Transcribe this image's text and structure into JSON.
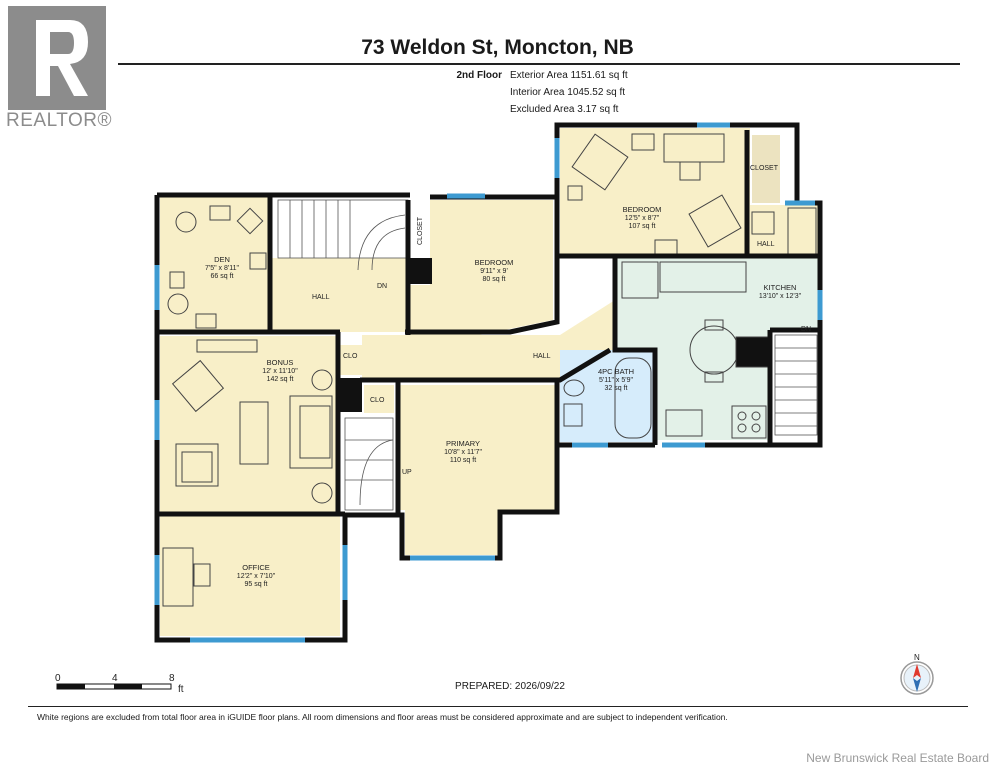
{
  "header": {
    "logo_text": "REALTOR®",
    "title": "73 Weldon St, Moncton, NB",
    "floor_label": "2nd Floor",
    "exterior_area": "Exterior Area 1151.61 sq ft",
    "interior_area": "Interior Area 1045.52 sq ft",
    "excluded_area": "Excluded Area 3.17 sq ft"
  },
  "rooms": {
    "den": {
      "name": "DEN",
      "dim": "7'5\" x 8'11\"",
      "area": "66 sq ft"
    },
    "bedroom1": {
      "name": "BEDROOM",
      "dim": "9'11\" x 9'",
      "area": "80 sq ft"
    },
    "bedroom2": {
      "name": "BEDROOM",
      "dim": "12'5\" x 8'7\"",
      "area": "107 sq ft"
    },
    "kitchen": {
      "name": "KITCHEN",
      "dim": "13'10\" x 12'3\""
    },
    "bonus": {
      "name": "BONUS",
      "dim": "12' x 11'10\"",
      "area": "142 sq ft"
    },
    "bath": {
      "name": "4PC BATH",
      "dim": "5'11\" x 5'9\"",
      "area": "32 sq ft"
    },
    "primary": {
      "name": "PRIMARY",
      "dim": "10'8\" x 11'7\"",
      "area": "110 sq ft"
    },
    "office": {
      "name": "OFFICE",
      "dim": "12'2\" x 7'10\"",
      "area": "95 sq ft"
    }
  },
  "labels": {
    "hall_upper": "HALL",
    "hall_main": "HALL",
    "hall_small": "HALL",
    "closet_upper": "CLOSET",
    "closet_right": "CLOSET",
    "clo1": "CLO",
    "clo2": "CLO",
    "dn_left": "DN",
    "dn_right": "DN",
    "up": "UP"
  },
  "scale": {
    "t0": "0",
    "t4": "4",
    "t8": "8",
    "unit": "ft"
  },
  "compass": "N",
  "footer": {
    "prepared": "PREPARED: 2026/09/22",
    "disclaimer": "White regions are excluded from total floor area in iGUIDE floor plans. All room dimensions and floor areas must be considered approximate and are subject to independent verification.",
    "board": "New Brunswick Real Estate Board"
  },
  "colors": {
    "room_fill": "#f8efc8",
    "kitchen_fill": "#e3f1e8",
    "bath_fill": "#d6ecfb",
    "wall": "#111111",
    "window": "#3d9ad1"
  }
}
